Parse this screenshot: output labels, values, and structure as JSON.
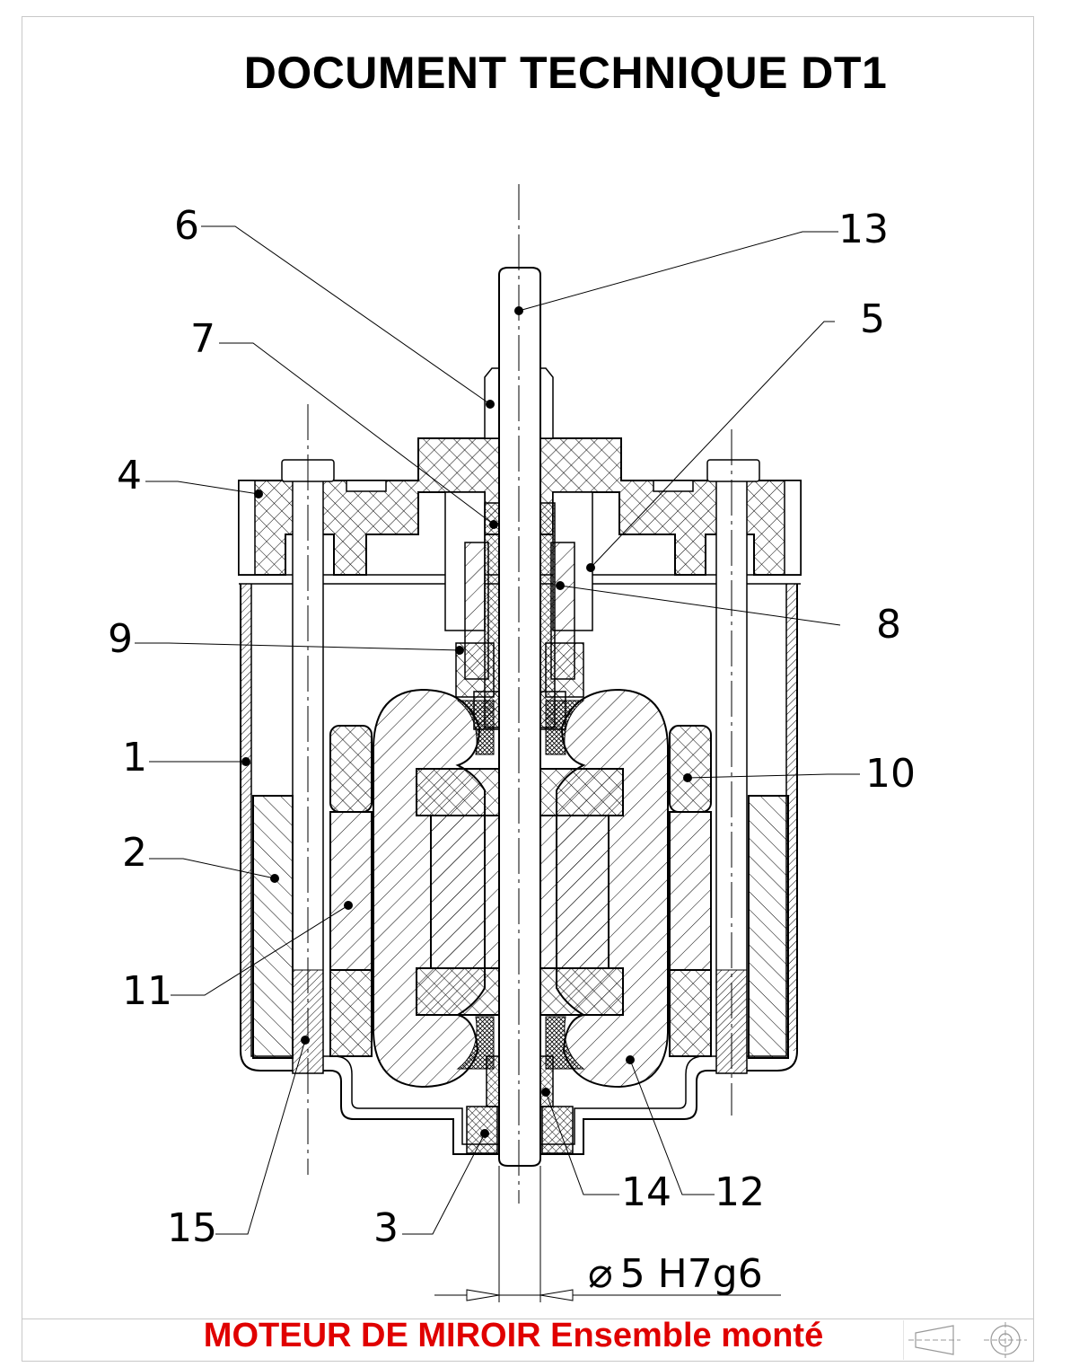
{
  "title": "DOCUMENT TECHNIQUE DT1",
  "caption": "MOTEUR DE MIROIR Ensemble monté",
  "caption_color": "#e00000",
  "dimension": {
    "symbol": "⌀",
    "label": "5 H7g6"
  },
  "callouts": {
    "c1": "1",
    "c2": "2",
    "c3": "3",
    "c4": "4",
    "c5": "5",
    "c6": "6",
    "c7": "7",
    "c8": "8",
    "c9": "9",
    "c10": "10",
    "c11": "11",
    "c12": "12",
    "c13": "13",
    "c14": "14",
    "c15": "15"
  },
  "projection_symbol": "first-angle-projection-icon"
}
